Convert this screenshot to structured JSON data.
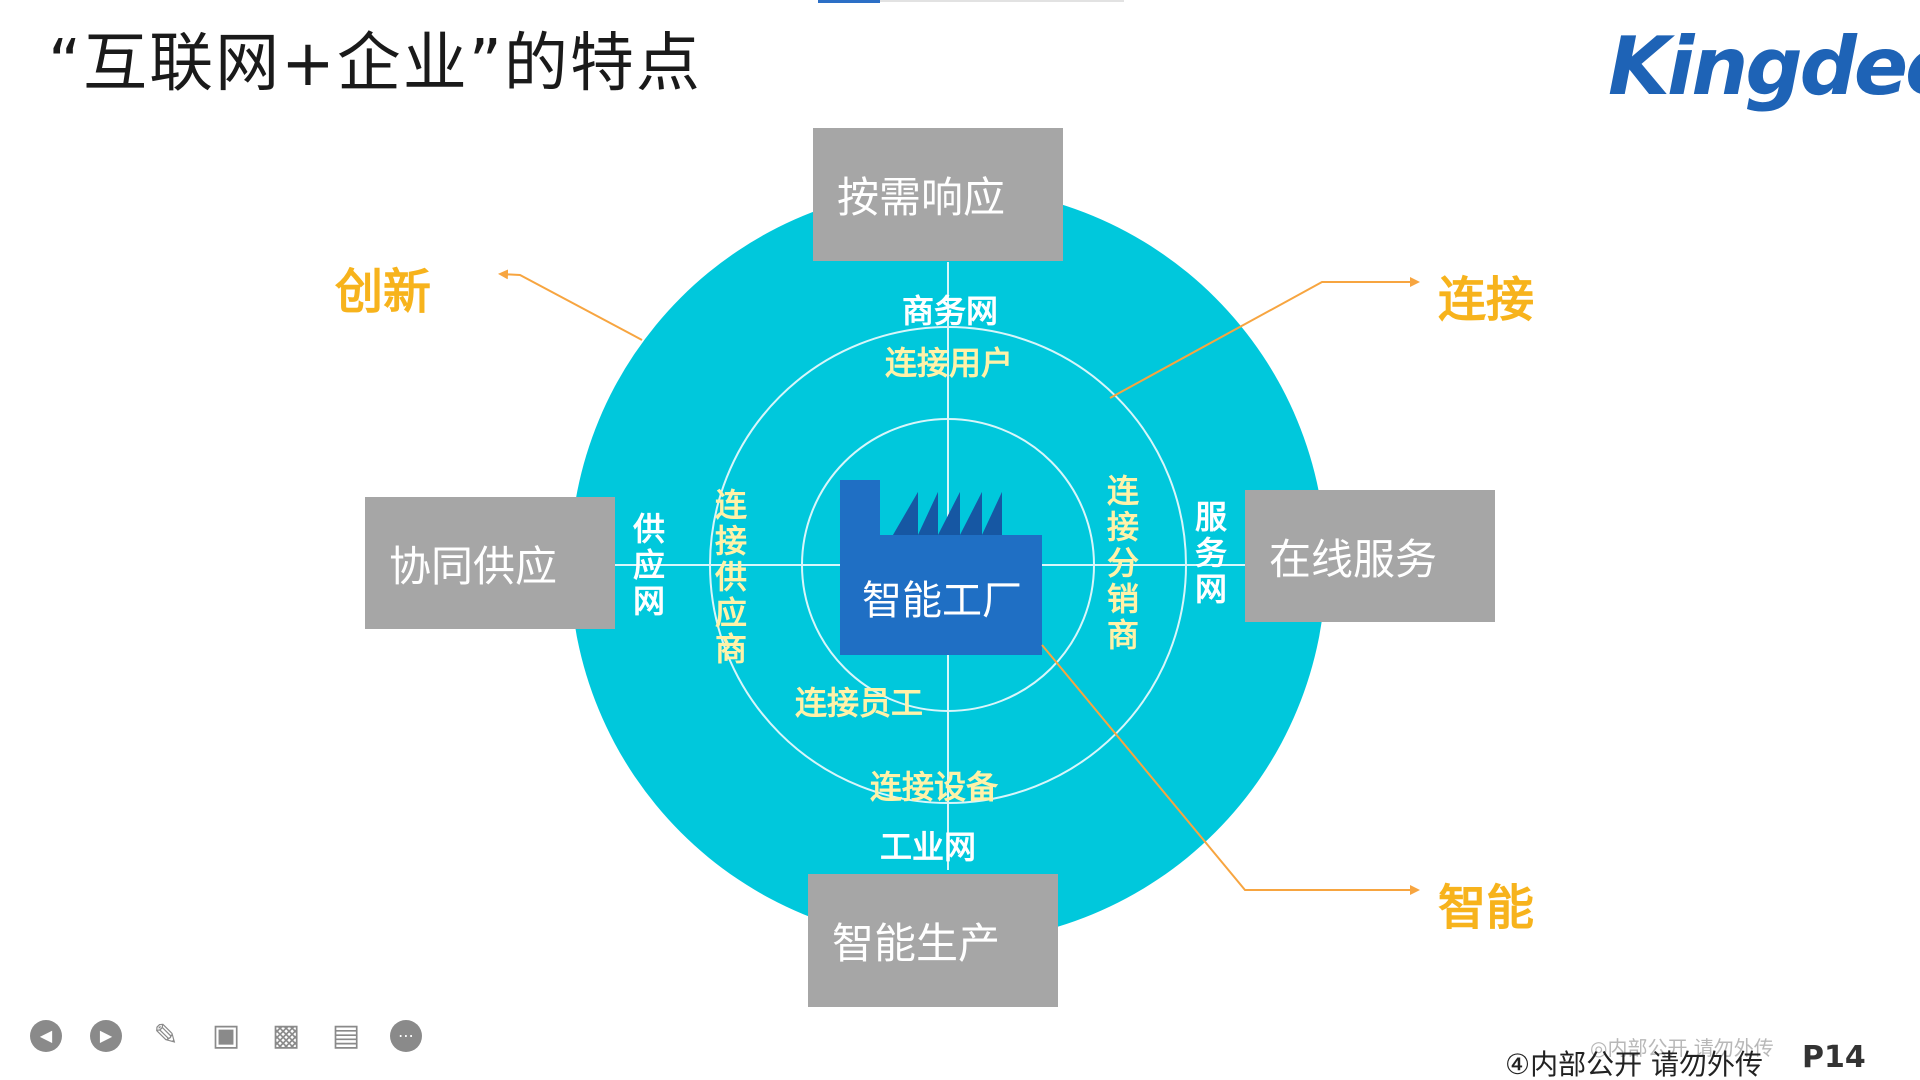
{
  "title": "“互联网+企业”的特点",
  "logo_text": "Kingdee",
  "colors": {
    "circle": "#00c8dc",
    "box": "#a6a6a6",
    "factory": "#1f6fc4",
    "accent_orange": "#f7a540",
    "theme_text": "#f7b31c",
    "ring_label_yellow": "#fff2a8"
  },
  "boxes": {
    "top": "按需响应",
    "left": "协同供应",
    "right": "在线服务",
    "bottom": "智能生产"
  },
  "networks": {
    "top": "商务网",
    "left": "供应网",
    "right": "服务网",
    "bottom": "工业网"
  },
  "connections": {
    "users": "连接用户",
    "suppliers": "连接供应商",
    "distributors": "连接分销商",
    "devices": "连接设备",
    "employees": "连接员工"
  },
  "center": {
    "label": "智能工厂",
    "icon": "factory-icon"
  },
  "themes": {
    "innovation": "创新",
    "connection": "连接",
    "intelligence": "智能"
  },
  "toolbar": {
    "icons": [
      "previous-icon",
      "next-icon",
      "pen-icon",
      "focus-icon",
      "camera-icon",
      "comment-icon",
      "more-icon"
    ]
  },
  "footer": {
    "note": "④内部公开 请勿外传",
    "ghost_note": "◎内部公开 请勿外传",
    "page": "P14"
  }
}
